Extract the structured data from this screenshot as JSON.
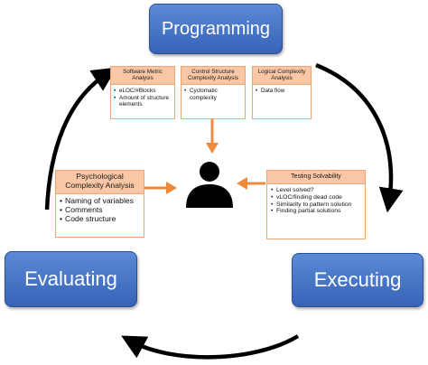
{
  "nodes": {
    "programming": "Programming",
    "evaluating": "Evaluating",
    "executing": "Executing"
  },
  "cards": {
    "software_metric": {
      "title_lines": [
        "Software Metric",
        "Analysis"
      ],
      "items": [
        "eLOC/#Blocks",
        "Amount of structure elements"
      ]
    },
    "control_structure": {
      "title_lines": [
        "Control Structure",
        "Complexity Analysis"
      ],
      "items": [
        "Cyclomatic complexity"
      ]
    },
    "logical": {
      "title_lines": [
        "Logical Complexity",
        "Analysis"
      ],
      "items": [
        "Data flow"
      ]
    },
    "psychological": {
      "title_lines": [
        "Psychological",
        "Complexity Analysis"
      ],
      "items": [
        "Naming of variables",
        "Comments",
        "Code structure"
      ]
    },
    "testing": {
      "title_lines": [
        "Testing Solvability"
      ],
      "items": [
        "Level solved?",
        "vLOC/finding dead code",
        "Similarity to pattern solution",
        "Finding partial solutions"
      ]
    }
  },
  "colors": {
    "node_blue": "#3f6fc4",
    "card_header": "#f9c7a5",
    "card_border": "#f2a474",
    "arrow_orange": "#ee8a3c",
    "cycle_arrow": "#000000"
  },
  "icons": {
    "center": "user-silhouette-icon"
  }
}
